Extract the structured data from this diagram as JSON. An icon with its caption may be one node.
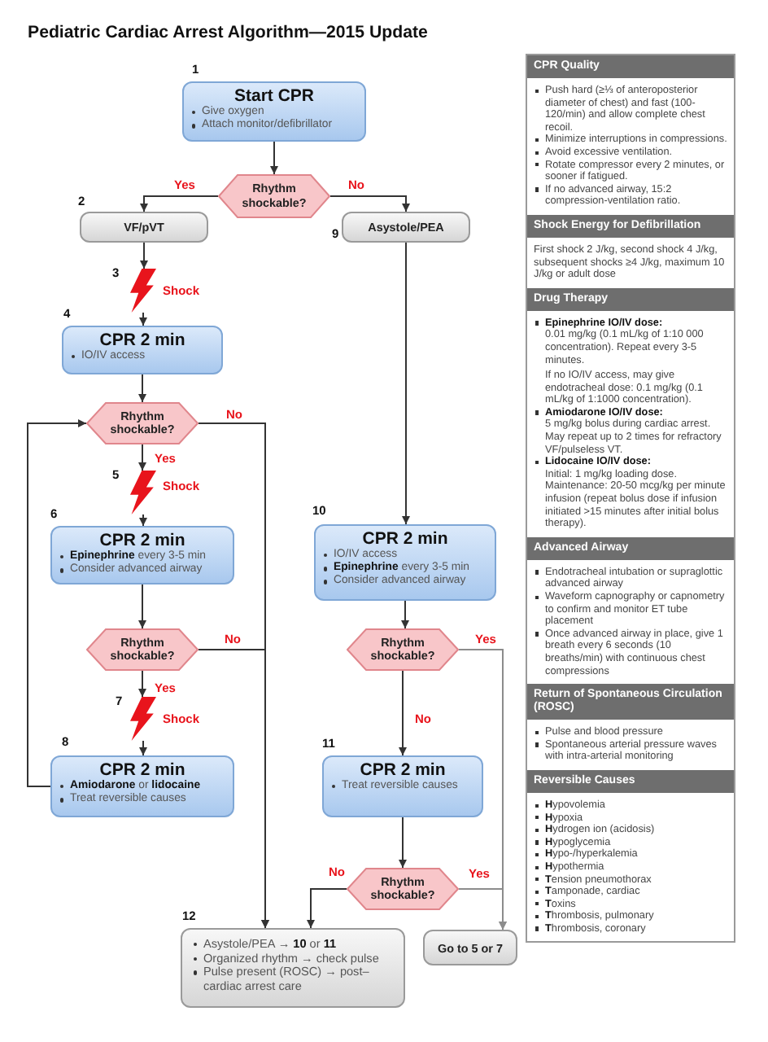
{
  "diagram": {
    "title": "Pediatric Cardiac Arrest Algorithm—2015 Update",
    "nodes": [
      {
        "text": [
          "Start CPR",
          "Give oxygen",
          "Attach monitor/defibrillator"
        ],
        "beside": [
          "1"
        ]
      },
      {
        "text": [
          "Rhythm shockable?"
        ]
      },
      {
        "text": [
          "VF/pVT"
        ],
        "beside": [
          "2"
        ]
      },
      {
        "text": [
          "Asystole/PEA"
        ],
        "beside": [
          "9"
        ]
      },
      {
        "text": [],
        "shape": "lightning",
        "beside": [
          "3",
          "Shock"
        ]
      },
      {
        "text": [
          "CPR 2 min",
          "IO/IV access"
        ],
        "beside": [
          "4"
        ]
      },
      {
        "text": [
          "Rhythm shockable?"
        ]
      },
      {
        "text": [],
        "shape": "lightning",
        "beside": [
          "5",
          "Shock"
        ]
      },
      {
        "text": [
          "CPR 2 min",
          "**Epinephrine** every 3-5 min",
          "Consider advanced airway"
        ],
        "beside": [
          "6"
        ]
      },
      {
        "text": [
          "Rhythm shockable?"
        ]
      },
      {
        "text": [],
        "shape": "lightning",
        "beside": [
          "7",
          "Shock"
        ]
      },
      {
        "text": [
          "CPR 2 min",
          "**Amiodarone** or **lidocaine**",
          "Treat reversible causes"
        ],
        "beside": [
          "8"
        ]
      },
      {
        "text": [
          "CPR 2 min",
          "IO/IV access",
          "**Epinephrine** every 3-5 min",
          "Consider advanced airway"
        ],
        "beside": [
          "10"
        ]
      },
      {
        "text": [
          "Rhythm shockable?"
        ]
      },
      {
        "text": [
          "CPR 2 min",
          "Treat reversible causes"
        ],
        "beside": [
          "11"
        ]
      },
      {
        "text": [
          "Rhythm shockable?"
        ]
      },
      {
        "text": [
          "Asystole/PEA → **10** or **11**",
          "Organized rhythm → check pulse",
          "Pulse present (ROSC) → post–cardiac arrest care"
        ],
        "beside": [
          "12"
        ]
      },
      {
        "text": [
          "Go to 5 or 7"
        ]
      },
      {
        "text": [
          "CPR Quality",
          "Push hard (≥⅓ of anteroposterior diameter of chest) and fast (100-120/min) and allow complete chest recoil.",
          "Minimize interruptions in compressions.",
          "Avoid excessive ventilation.",
          "Rotate compressor every 2 minutes, or sooner if fatigued.",
          "If no advanced airway, 15:2 compression-ventilation ratio."
        ]
      },
      {
        "text": [
          "Shock Energy for Defibrillation",
          "First shock 2 J/kg, second shock 4 J/kg, subsequent shocks ≥4 J/kg, maximum 10 J/kg or adult dose"
        ]
      },
      {
        "text": [
          "Drug Therapy",
          "Epinephrine IO/IV dose:",
          "0.01 mg/kg (0.1 mL/kg of 1:10 000 concentration). Repeat every 3-5 minutes.",
          "If no IO/IV access, may give endotracheal dose: 0.1 mg/kg (0.1 mL/kg of 1:1000 concentration).",
          "Amiodarone IO/IV dose:",
          "5 mg/kg bolus during cardiac arrest. May repeat up to 2 times for refractory VF/pulseless VT.",
          "Lidocaine IO/IV dose:",
          "Initial: 1 mg/kg loading dose. Maintenance: 20-50 mcg/kg per minute infusion (repeat bolus dose if infusion initiated >15 minutes after initial bolus therapy)."
        ]
      },
      {
        "text": [
          "Advanced Airway",
          "Endotracheal intubation or supraglottic advanced airway",
          "Waveform capnography or capnometry to confirm and monitor ET tube placement",
          "Once advanced airway in place, give 1 breath every 6 seconds (10 breaths/min) with continuous chest compressions"
        ]
      },
      {
        "text": [
          "Return of Spontaneous Circulation (ROSC)",
          "Pulse and blood pressure",
          "Spontaneous arterial pressure waves with intra-arterial monitoring"
        ]
      },
      {
        "text": [
          "Reversible Causes",
          "**H**ypovolemia",
          "**H**ypoxia",
          "**H**ydrogen ion (acidosis)",
          "**H**ypoglycemia",
          "**H**ypo-/hyperkalemia",
          "**H**ypothermia",
          "**T**ension pneumothorax",
          "**T**amponade, cardiac",
          "**T**oxins",
          "**T**hrombosis, pulmonary",
          "**T**hrombosis, coronary"
        ]
      }
    ],
    "edges": [
      {
        "from": 0,
        "to": 1,
        "arrow": "to"
      },
      {
        "from": 1,
        "to": 2,
        "arrow": "to",
        "label": "Yes"
      },
      {
        "from": 1,
        "to": 3,
        "arrow": "to",
        "label": "No"
      },
      {
        "from": 2,
        "to": 4,
        "arrow": "to"
      },
      {
        "from": 4,
        "to": 5,
        "arrow": "to"
      },
      {
        "from": 5,
        "to": 6,
        "arrow": "to"
      },
      {
        "from": 6,
        "to": 7,
        "arrow": "to",
        "label": "Yes"
      },
      {
        "from": 7,
        "to": 8,
        "arrow": "to"
      },
      {
        "from": 8,
        "to": 9,
        "arrow": "to"
      },
      {
        "from": 9,
        "to": 10,
        "arrow": "to",
        "label": "Yes"
      },
      {
        "from": 10,
        "to": 11,
        "arrow": "to"
      },
      {
        "from": 11,
        "to": 6,
        "arrow": "to"
      },
      {
        "from": 6,
        "to": 16,
        "arrow": "to",
        "label": "No"
      },
      {
        "from": 9,
        "to": 16,
        "arrow": "to",
        "label": "No"
      },
      {
        "from": 3,
        "to": 12,
        "arrow": "to"
      },
      {
        "from": 12,
        "to": 13,
        "arrow": "to"
      },
      {
        "from": 13,
        "to": 14,
        "arrow": "to",
        "label": "No"
      },
      {
        "from": 13,
        "to": 17,
        "arrow": "to",
        "label": "Yes",
        "color": "#8c8c8c"
      },
      {
        "from": 14,
        "to": 15,
        "arrow": "to"
      },
      {
        "from": 15,
        "to": 16,
        "arrow": "to",
        "label": "No"
      },
      {
        "from": 15,
        "to": 17,
        "arrow": "to",
        "label": "Yes",
        "color": "#8c8c8c"
      }
    ]
  }
}
